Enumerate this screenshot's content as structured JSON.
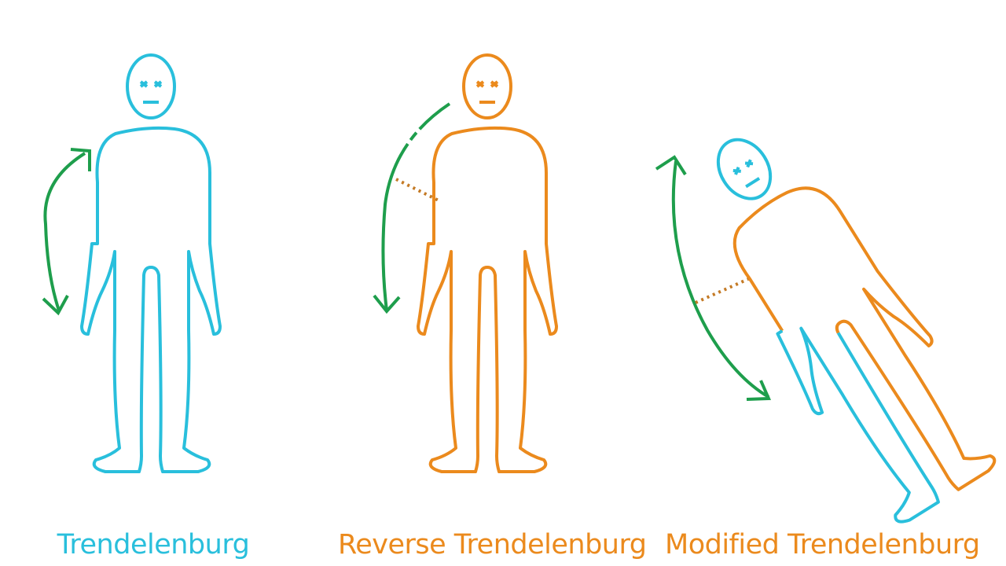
{
  "colors": {
    "trendelenburg": "#29bfdc",
    "reverse": "#eb8a1d",
    "arrow": "#1e9e4c",
    "background": "#ffffff"
  },
  "figures": [
    {
      "label": "Trendelenburg",
      "color": "#29bfdc",
      "icon": "standing-body-outline"
    },
    {
      "label": "Reverse Trendelenburg",
      "color": "#eb8a1d",
      "icon": "standing-body-outline"
    },
    {
      "label": "Modified Trendelenburg",
      "color": "#eb8a1d",
      "icon": "tilted-body-outline"
    }
  ],
  "arrows": [
    "double-curved-arrow",
    "curved-down-arrow",
    "double-curved-arrow"
  ]
}
